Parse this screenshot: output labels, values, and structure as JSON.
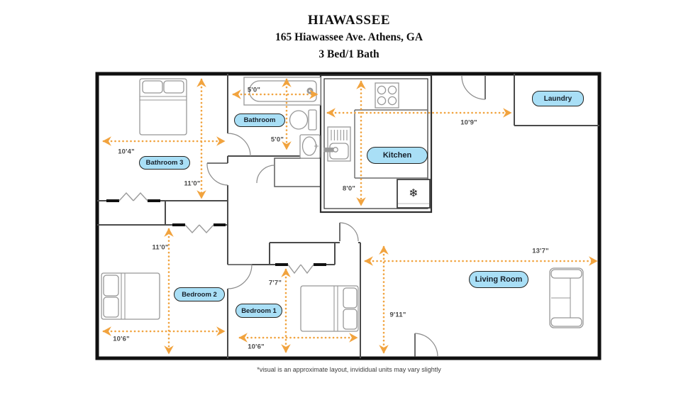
{
  "header": {
    "title": "HIAWASSEE",
    "address": "165 Hiawassee Ave. Athens, GA",
    "unit_info": "3 Bed/1 Bath"
  },
  "footer": {
    "disclaimer": "*visual is an approximate layout, invididual units may vary slightly"
  },
  "colors": {
    "dimension_arrow": "#F1A33E",
    "room_label_fill": "#A9DFF6",
    "room_label_border": "#23221F",
    "outer_wall": "#101010",
    "inner_wall": "#4B4B4B",
    "furniture": "#979797"
  },
  "icons": {
    "snowflake": "❄"
  },
  "rooms": [
    {
      "id": "bathroom-3",
      "label": "Bathroom 3",
      "dimensions": {
        "width": "10'4\"",
        "length": "11'0\""
      }
    },
    {
      "id": "bathroom",
      "label": "Bathroom",
      "dimensions": {
        "width": "5'0\"",
        "length": "5'0\""
      }
    },
    {
      "id": "kitchen",
      "label": "Kitchen",
      "dimensions": {
        "width": "10'9\"",
        "length": "8'0\""
      }
    },
    {
      "id": "laundry",
      "label": "Laundry"
    },
    {
      "id": "bedroom-2",
      "label": "Bedroom 2",
      "dimensions": {
        "width": "10'6\"",
        "length": "11'0\""
      }
    },
    {
      "id": "bedroom-1",
      "label": "Bedroom 1",
      "dimensions": {
        "width": "10'6\"",
        "length": "7'7\""
      }
    },
    {
      "id": "living-room",
      "label": "Living Room",
      "dimensions": {
        "width": "13'7\"",
        "length": "9'11\""
      }
    }
  ]
}
